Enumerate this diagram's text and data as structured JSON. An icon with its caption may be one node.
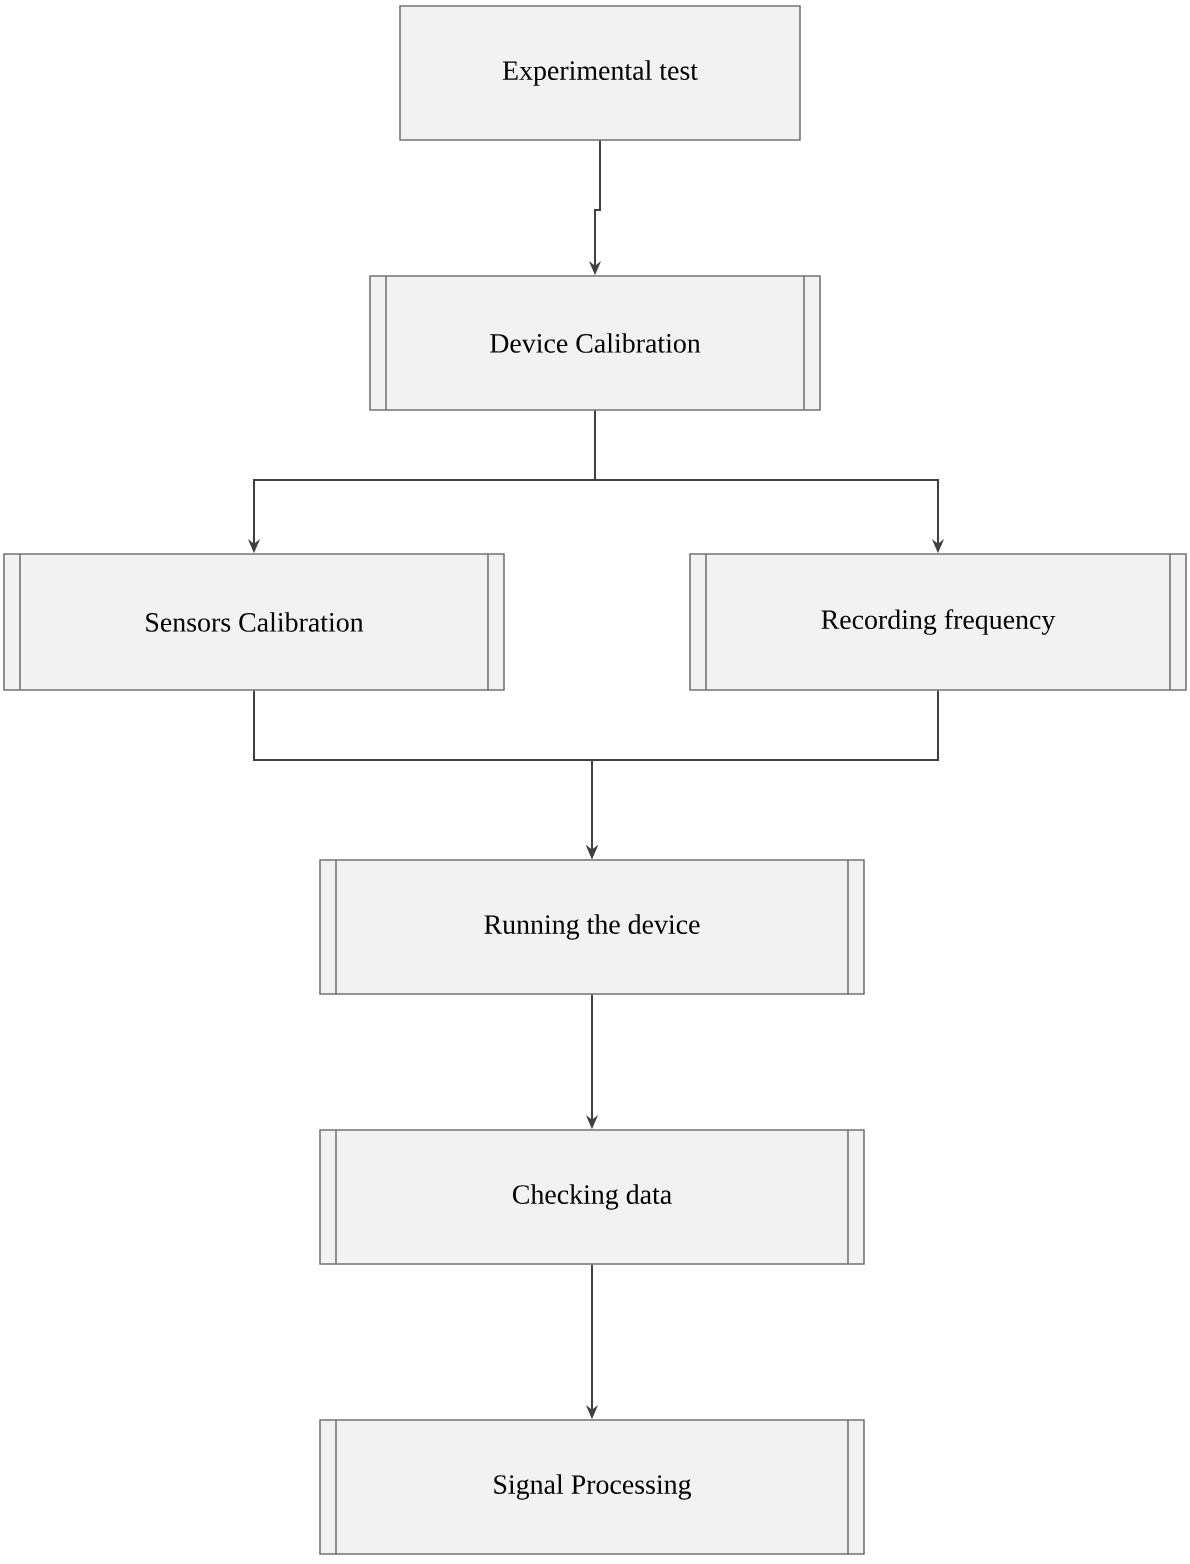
{
  "diagram": {
    "nodes": [
      {
        "text": [
          "Experimental test"
        ]
      },
      {
        "text": [
          "Device Calibration"
        ]
      },
      {
        "text": [
          "Sensors Calibration"
        ]
      },
      {
        "text": [
          "Recording frequency"
        ]
      },
      {
        "text": [
          "Running the device"
        ]
      },
      {
        "text": [
          "Checking data"
        ]
      },
      {
        "text": [
          "Signal Processing"
        ]
      }
    ],
    "edges": [
      {
        "from": 0,
        "to": 1,
        "arrow": "to"
      },
      {
        "from": 1,
        "to": 2,
        "arrow": "to"
      },
      {
        "from": 1,
        "to": 3,
        "arrow": "to"
      },
      {
        "from": 2,
        "to": 4,
        "arrow": "to"
      },
      {
        "from": 3,
        "to": 4,
        "arrow": "to"
      },
      {
        "from": 4,
        "to": 5,
        "arrow": "to"
      },
      {
        "from": 5,
        "to": 6,
        "arrow": "to"
      }
    ]
  }
}
